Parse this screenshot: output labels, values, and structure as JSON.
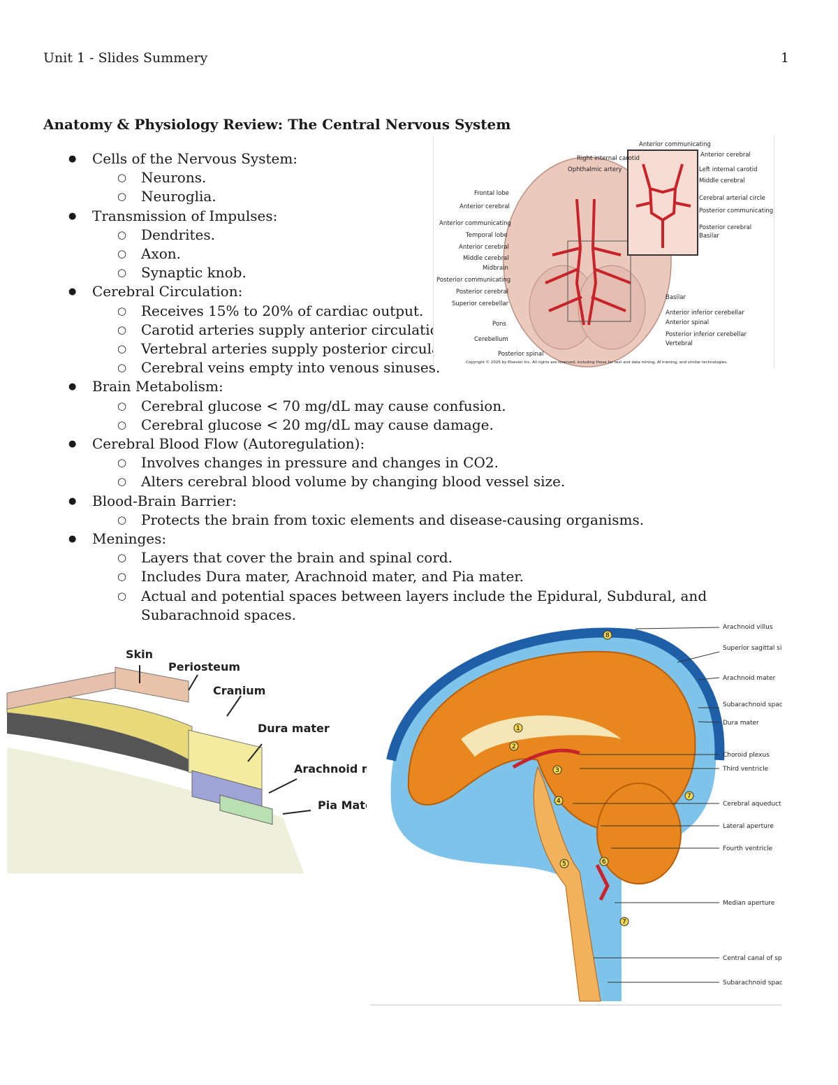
{
  "header": {
    "left": "Unit 1 - Slides Summery",
    "page_number": "1"
  },
  "title": "Anatomy & Physiology Review: The Central Nervous System",
  "outline": [
    {
      "text": "Cells of the Nervous System:",
      "children": [
        "Neurons.",
        "Neuroglia."
      ]
    },
    {
      "text": "Transmission of Impulses:",
      "children": [
        "Dendrites.",
        "Axon.",
        "Synaptic knob."
      ]
    },
    {
      "text": "Cerebral Circulation:",
      "children": [
        "Receives 15% to 20% of cardiac output.",
        "Carotid arteries supply anterior circulation.",
        "Vertebral arteries supply posterior circulatio",
        "Cerebral veins empty into venous sinuses."
      ]
    },
    {
      "text": "Brain Metabolism:",
      "children": [
        "Cerebral glucose < 70 mg/dL may cause confusion.",
        "Cerebral glucose < 20 mg/dL may cause damage."
      ]
    },
    {
      "text": "Cerebral Blood Flow (Autoregulation):",
      "children": [
        "Involves changes in pressure and changes in CO2.",
        "Alters cerebral blood volume by changing blood vessel size."
      ]
    },
    {
      "text": "Blood-Brain Barrier:",
      "children": [
        "Protects the brain from toxic elements and disease-causing organisms."
      ]
    },
    {
      "text": "Meninges:",
      "children": [
        "Layers that cover the brain and spinal cord.",
        "Includes Dura mater, Arachnoid mater, and Pia mater.",
        "Actual and potential spaces between layers include the Epidural, Subdural, and Subarachnoid spaces."
      ]
    }
  ],
  "circle_of_willis": {
    "left_labels": [
      "Frontal lobe",
      "Anterior cerebral",
      "Anterior communicating",
      "Temporal lobe",
      "Anterior cerebral",
      "Middle cerebral",
      "Midbrain",
      "Posterior communicating",
      "Posterior cerebral",
      "Superior cerebellar",
      "Pons",
      "Cerebellum",
      "Posterior spinal"
    ],
    "top_labels": [
      "Anterior communicating",
      "Right internal carotid",
      "Ophthalmic artery"
    ],
    "right_labels": [
      "Anterior cerebral",
      "Left internal carotid",
      "Middle cerebral",
      "Cerebral arterial circle",
      "Posterior communicating",
      "Posterior cerebral",
      "Basilar"
    ],
    "lower_right_labels": [
      "Basilar",
      "Anterior inferior cerebellar",
      "Anterior spinal",
      "Posterior inferior cerebellar",
      "Vertebral"
    ],
    "copyright": "Copyright © 2025 by Elsevier Inc. All rights are reserved, including those for text and data mining, AI training, and similar technologies."
  },
  "meninges_layers": {
    "labels": [
      "Skin",
      "Periosteum",
      "Cranium",
      "Dura mater",
      "Arachnoid mater",
      "Pia Mater"
    ]
  },
  "csf_diagram": {
    "labels": [
      "Arachnoid villus",
      "Superior sagittal sinus",
      "Arachnoid mater",
      "Subarachnoid space",
      "Dura mater",
      "Choroid plexus",
      "Third ventricle",
      "Cerebral aqueduct",
      "Lateral aperture",
      "Fourth ventricle",
      "Median aperture",
      "Central canal of spinal cord",
      "Subarachnoid space of spinal cord"
    ],
    "step_numbers": [
      "1",
      "2",
      "3",
      "4",
      "5",
      "6",
      "7",
      "8",
      "7"
    ]
  },
  "colors": {
    "artery_red": "#c8232a",
    "brain_orange": "#e8871e",
    "csf_blue": "#7ec3ea",
    "dura_blue": "#1f5fa8"
  }
}
